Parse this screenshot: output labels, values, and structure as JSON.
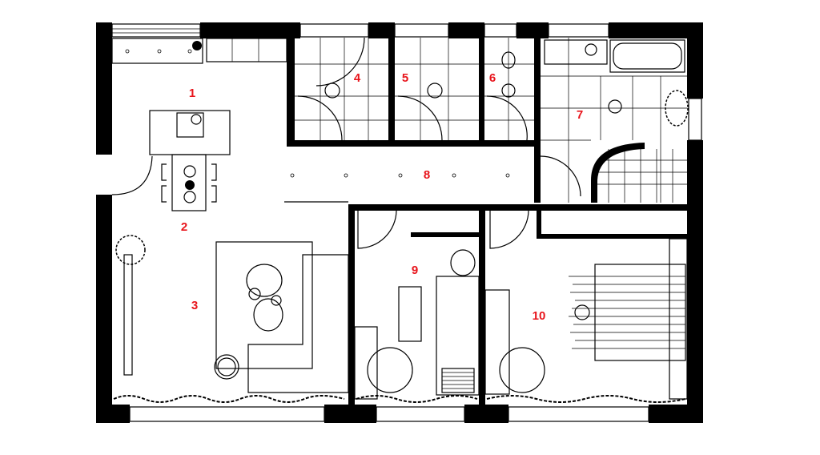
{
  "plan": {
    "title": "Apartment floor plan",
    "accent_color": "#e8141b",
    "rooms": [
      {
        "label": "1"
      },
      {
        "label": "2"
      },
      {
        "label": "3"
      },
      {
        "label": "4"
      },
      {
        "label": "5"
      },
      {
        "label": "6"
      },
      {
        "label": "7"
      },
      {
        "label": "8"
      },
      {
        "label": "9"
      },
      {
        "label": "10"
      }
    ]
  }
}
